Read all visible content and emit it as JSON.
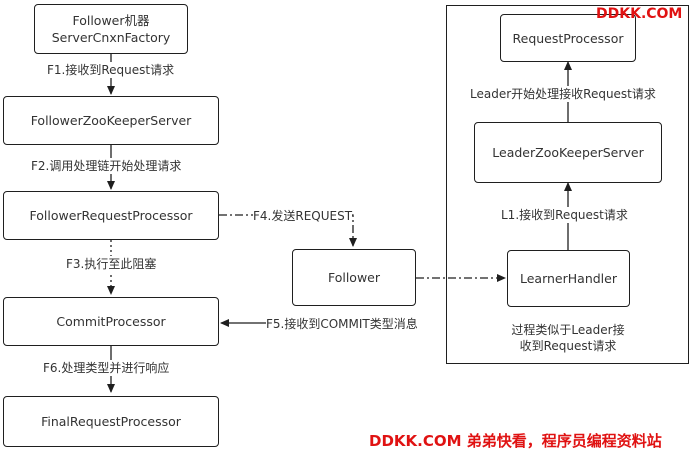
{
  "nodes": {
    "follower_machine": "Follower机器\nServerCnxnFactory",
    "follower_zk_server": "FollowerZooKeeperServer",
    "follower_request_processor": "FollowerRequestProcessor",
    "commit_processor": "CommitProcessor",
    "final_request_processor": "FinalRequestProcessor",
    "follower": "Follower",
    "request_processor": "RequestProcessor",
    "leader_zk_server": "LeaderZooKeeperServer",
    "learner_handler": "LearnerHandler"
  },
  "edges": {
    "f1": "F1.接收到Request请求",
    "f2": "F2.调用处理链开始处理请求",
    "f3": "F3.执行至此阻塞",
    "f4": "F4.发送REQUEST",
    "f5": "F5.接收到COMMIT类型消息",
    "f6": "F6.处理类型并进行响应",
    "l1": "L1.接收到Request请求",
    "leader_start": "Leader开始处理接收Request请求"
  },
  "note": "过程类似于Leader接\n收到Request请求",
  "watermark": {
    "top": "DDKK.COM",
    "bottom": "DDKK.COM 弟弟快看，程序员编程资料站",
    "color": "#e01212"
  }
}
